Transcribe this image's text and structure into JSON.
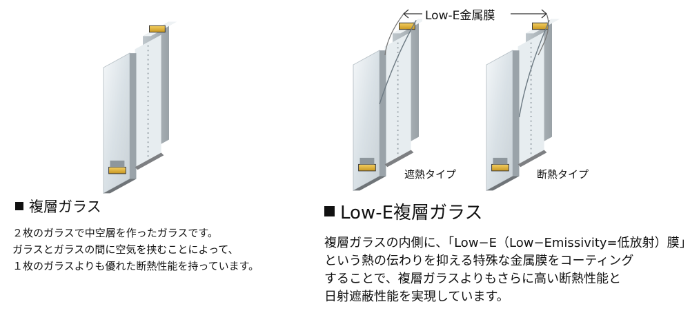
{
  "diagram": {
    "membrane_label": "Low-E金属膜",
    "captions": [
      "遮熱タイプ",
      "断熱タイプ"
    ]
  },
  "sections": {
    "left": {
      "title": "複層ガラス",
      "lines": [
        "２枚のガラスで中空層を作ったガラスです。",
        "ガラスとガラスの間に空気を挟むことによって、",
        "１枚のガラスよりも優れた断熱性能を持っています。"
      ]
    },
    "right": {
      "title": "Low-E複層ガラス",
      "lines": [
        "複層ガラスの内側に、「Low−E（Low−Emissivity=低放射）膜」",
        "という熱の伝わりを抑える特殊な金属膜をコーティング",
        "することで、複層ガラスよりもさらに高い断熱性能と",
        "日射遮蔽性能を実現しています。"
      ]
    }
  },
  "colors": {
    "glass_face": "#dfe6ea",
    "glass_edge": "#a9b2b8",
    "frame_gray": "#7d7f82",
    "spacer_gold": "#e3b53b",
    "text": "#111111"
  }
}
